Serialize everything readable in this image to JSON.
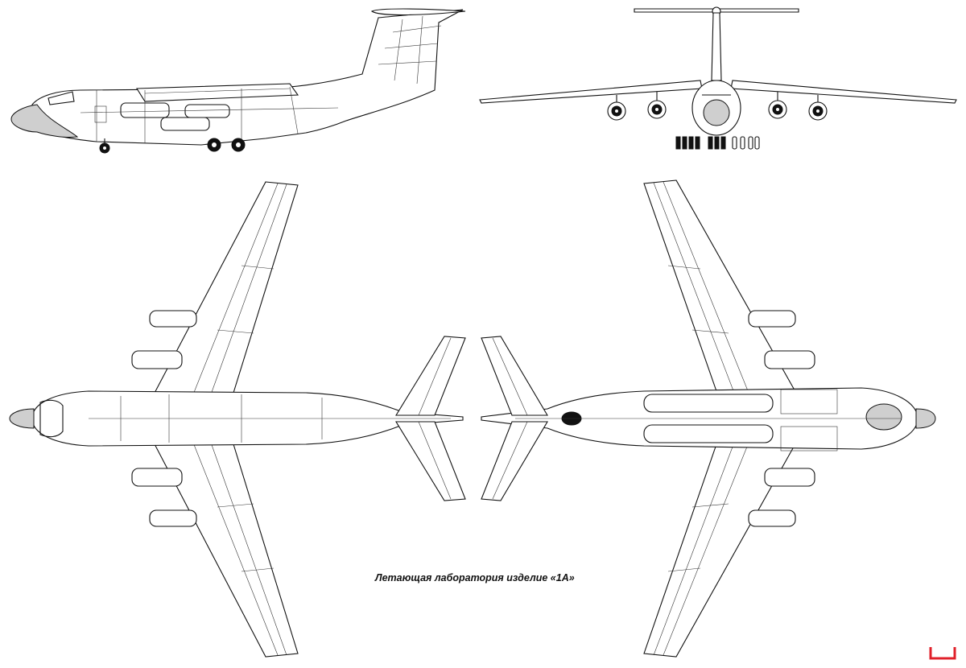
{
  "caption": "Летающая лаборатория изделие «1А»",
  "colors": {
    "background": "#ffffff",
    "line": "#111111",
    "radome": "#cfcfcf",
    "corner_mark": "#e0202a"
  },
  "views": [
    "side-view",
    "front-view",
    "top-view",
    "bottom-view"
  ]
}
